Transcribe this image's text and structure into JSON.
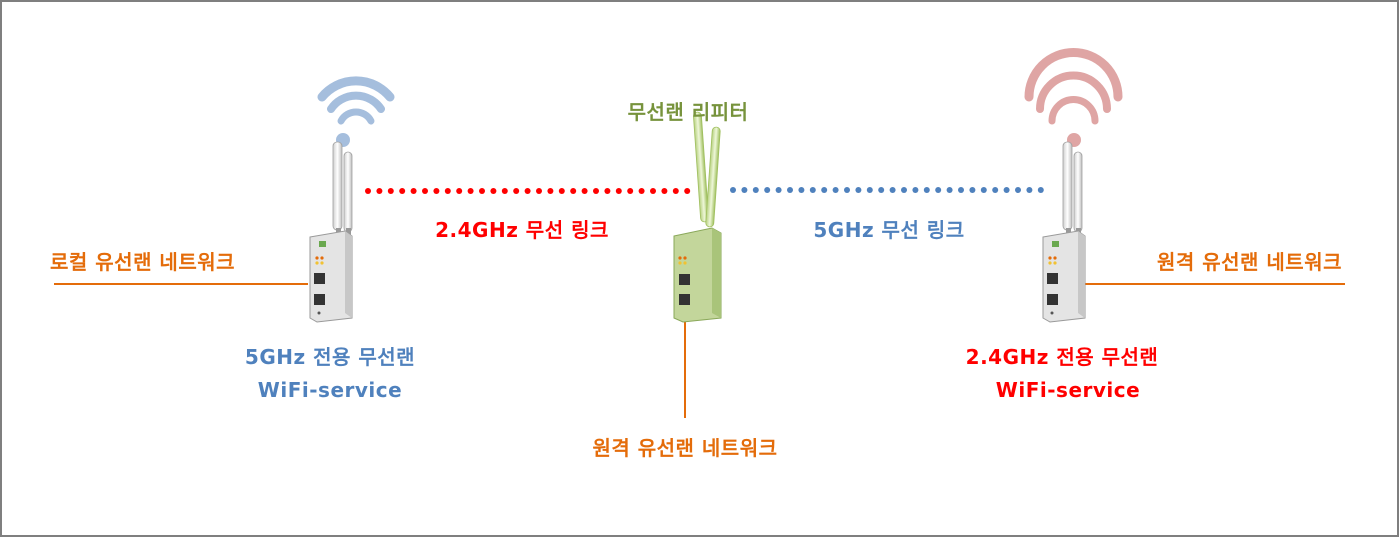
{
  "colors": {
    "orange": "#e46c0a",
    "blue": "#4f81bd",
    "red": "#ff0000",
    "green": "#77933c",
    "border": "#7f7f7f",
    "wifi_blue": "#95b3d7",
    "wifi_red": "#d99594",
    "device_gray": "#e6e6e6",
    "device_green": "#c3d69b"
  },
  "left": {
    "wired_label": "로컬 유선랜 네트워크",
    "device_label": "5GHz 전용 무선랜",
    "service_label": "WiFi-service",
    "icon": "wifi-signal-icon"
  },
  "center": {
    "repeater_label": "무선랜 리피터",
    "wired_label": "원격 유선랜 네트워크"
  },
  "right": {
    "wired_label": "원격 유선랜 네트워크",
    "device_label": "2.4GHz 전용 무선랜",
    "service_label": "WiFi-service",
    "icon": "wifi-signal-icon"
  },
  "links": {
    "left_link_label": "2.4GHz 무선 링크",
    "right_link_label": "5GHz 무선 링크"
  }
}
